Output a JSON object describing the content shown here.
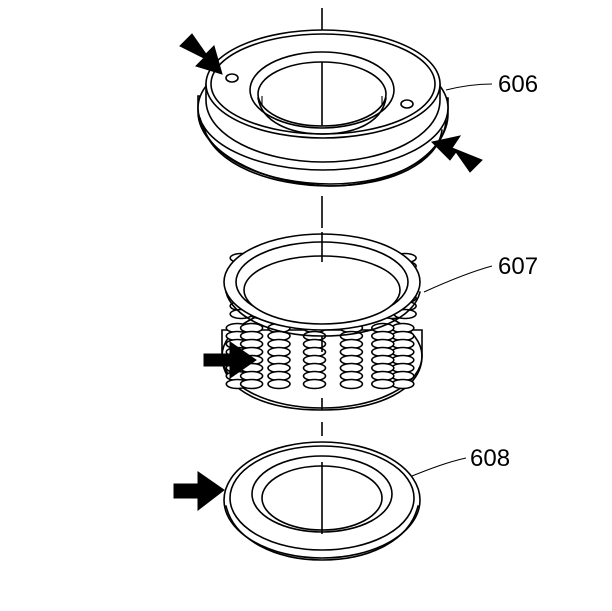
{
  "callouts": {
    "c606": "606",
    "c607": "607",
    "c608": "608"
  },
  "colors": {
    "line": "#000000",
    "background": "#ffffff"
  }
}
